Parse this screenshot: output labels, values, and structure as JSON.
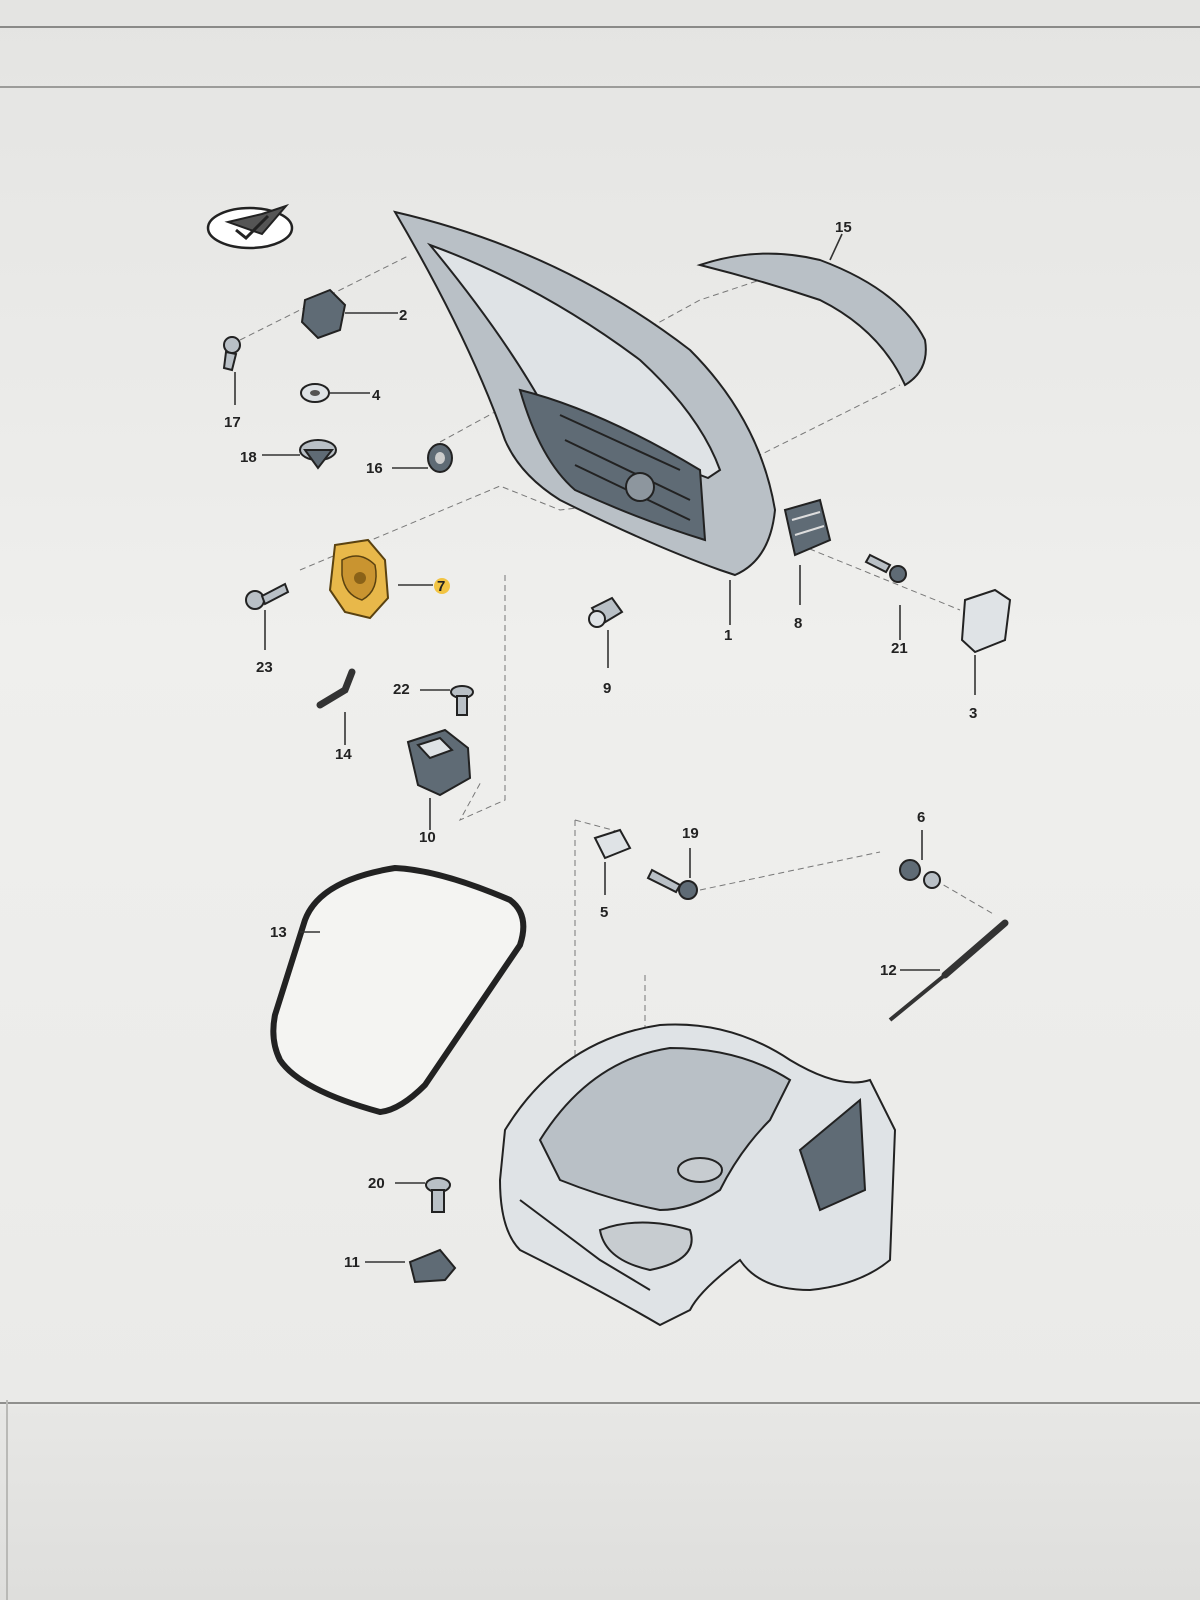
{
  "diagram": {
    "callouts": [
      "1",
      "2",
      "3",
      "4",
      "5",
      "6",
      "7",
      "8",
      "9",
      "10",
      "11",
      "12",
      "13",
      "14",
      "15",
      "16",
      "17",
      "18",
      "19",
      "20",
      "21",
      "22",
      "23"
    ],
    "highlight_color": "#e8b84a",
    "highlighted_part": "7"
  }
}
